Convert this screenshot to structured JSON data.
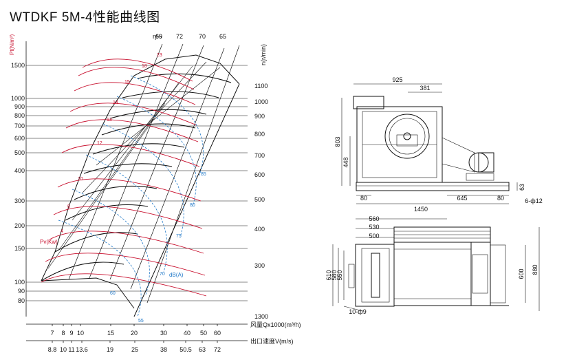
{
  "title": "WTDKF 5M-4性能曲线图",
  "chart": {
    "y_left_label": "Pt(N/m²)",
    "y_left_ticks": [
      "1500",
      "1000",
      "900",
      "800",
      "700",
      "600",
      "500",
      "400",
      "300",
      "200",
      "150",
      "100",
      "90",
      "80"
    ],
    "y_right_label": "n(r/min)",
    "y_right_ticks": [
      "1100",
      "1000",
      "900",
      "800",
      "700",
      "600",
      "500",
      "400",
      "300",
      "1300"
    ],
    "eta_label": "η%",
    "eta_values": [
      "69",
      "72",
      "70",
      "65"
    ],
    "x_label": "风量Qx1000(m³/h)",
    "x_ticks": [
      "7",
      "8",
      "9",
      "10",
      "15",
      "20",
      "30",
      "40",
      "50",
      "60"
    ],
    "x2_label": "出口速度V(m/s)",
    "x2_ticks": [
      "8.8",
      "10",
      "11",
      "13.6",
      "19",
      "25",
      "38",
      "50.5",
      "63",
      "72"
    ],
    "pv_label": "Pv(Kw)",
    "power_values": [
      "23",
      "18",
      "15",
      "14",
      "13",
      "12",
      "10",
      "8",
      "4"
    ],
    "noise_label": "dB(A)",
    "noise_values": [
      "85",
      "80",
      "75",
      "70",
      "60",
      "55"
    ]
  },
  "drawing": {
    "top_dims": [
      "925",
      "381",
      "803",
      "448",
      "80",
      "1450",
      "645",
      "80",
      "6-ф12",
      "63"
    ],
    "bottom_dims": [
      "560",
      "530",
      "500",
      "610",
      "580",
      "550",
      "600",
      "880",
      "10-ф9"
    ]
  }
}
